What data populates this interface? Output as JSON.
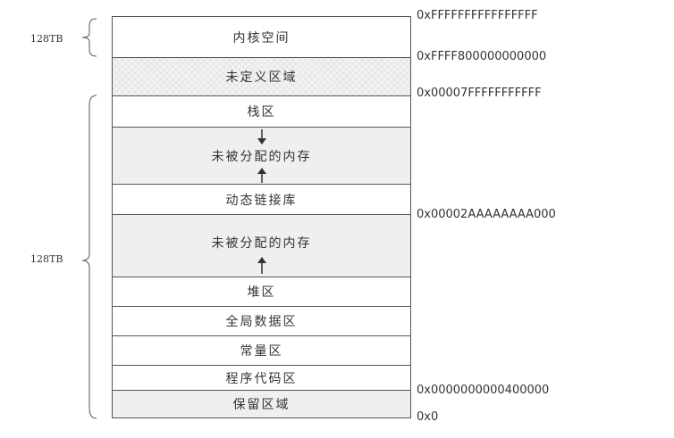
{
  "segments": [
    {
      "label": "内核空间"
    },
    {
      "label": "未定义区域"
    },
    {
      "label": "栈区"
    },
    {
      "label": "未被分配的内存"
    },
    {
      "label": "动态链接库"
    },
    {
      "label": "未被分配的内存"
    },
    {
      "label": "堆区"
    },
    {
      "label": "全局数据区"
    },
    {
      "label": "常量区"
    },
    {
      "label": "程序代码区"
    },
    {
      "label": "保留区域"
    }
  ],
  "addresses": [
    "0xFFFFFFFFFFFFFFFF",
    "0xFFFF800000000000",
    "0x00007FFFFFFFFFFF",
    "0x00002AAAAAAAA000",
    "0x0000000000400000",
    "0x0"
  ],
  "sizes": {
    "kernel": "128TB",
    "user": "128TB"
  }
}
